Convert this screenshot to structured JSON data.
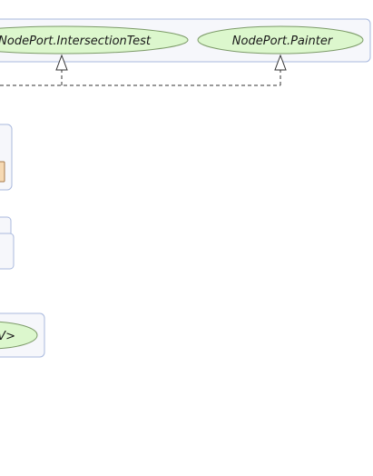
{
  "diagram": {
    "interfaces": [
      {
        "label": "NodePort.IntersectionTest"
      },
      {
        "label": "NodePort.Painter"
      },
      {
        "label": "V>"
      }
    ],
    "colors": {
      "container_fill": "#f6f7fb",
      "container_border": "#a9b9de",
      "interface_fill": "#dcf7cd",
      "interface_border": "#7c9a68",
      "class_chip_fill": "#f6d9b3",
      "class_chip_border": "#a57b4d",
      "edge_color": "#333333"
    },
    "edges": [
      {
        "type": "realization",
        "style": "dashed",
        "arrowhead": "hollow-triangle",
        "to": "NodePort.IntersectionTest"
      },
      {
        "type": "realization",
        "style": "dashed",
        "arrowhead": "hollow-triangle",
        "to": "NodePort.Painter"
      }
    ]
  }
}
